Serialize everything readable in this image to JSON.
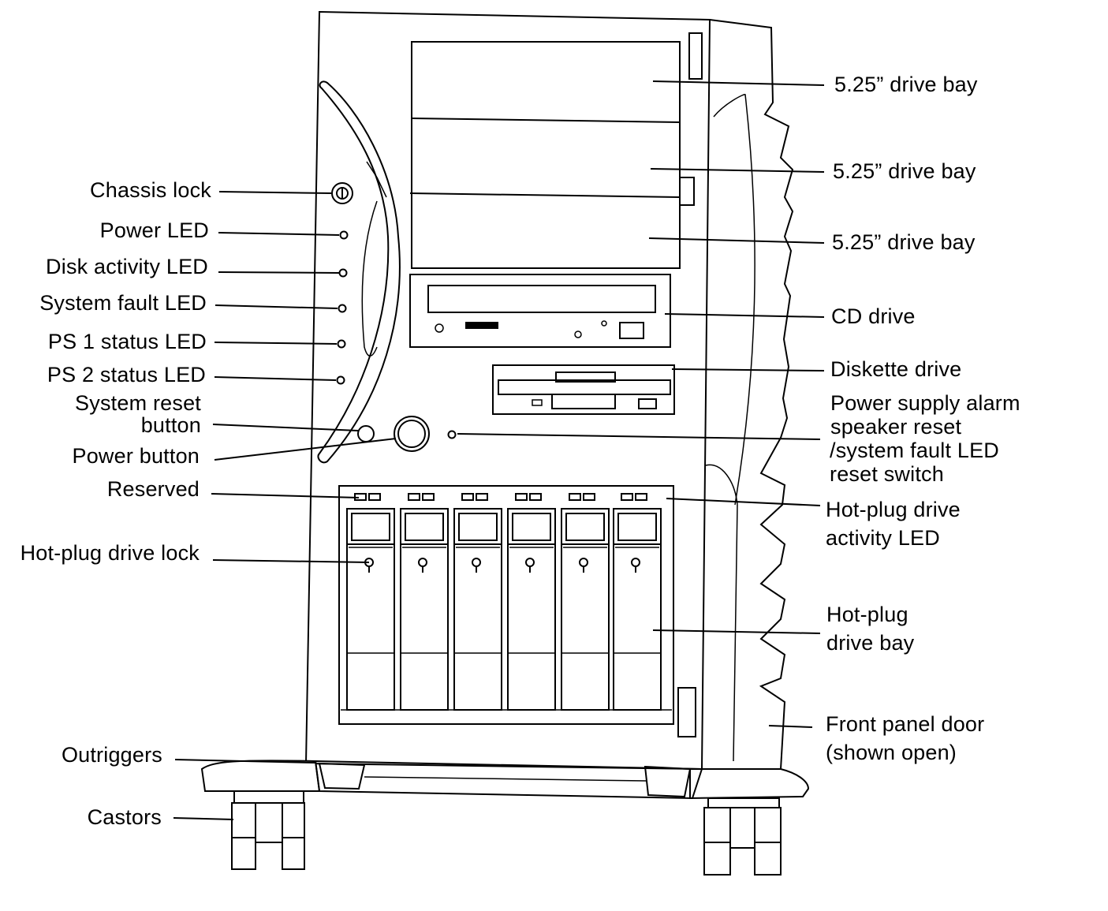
{
  "labels": {
    "bay1": "5.25” drive bay",
    "bay2": "5.25” drive bay",
    "bay3": "5.25” drive bay",
    "cd": "CD drive",
    "diskette": "Diskette drive",
    "alarm1": "Power supply alarm",
    "alarm2": "speaker reset",
    "alarm3": "/system fault LED",
    "alarm4": "reset switch",
    "hp_led1": "Hot-plug drive",
    "hp_led2": "activity LED",
    "hp_bay1": "Hot-plug",
    "hp_bay2": "drive bay",
    "door1": "Front panel door",
    "door2": "(shown open)",
    "chassis_lock": "Chassis lock",
    "power_led": "Power LED",
    "disk_led": "Disk activity LED",
    "fault_led": "System fault LED",
    "ps1_led": "PS 1 status LED",
    "ps2_led": "PS 2 status LED",
    "reset1": "System reset",
    "reset2": "button",
    "power_btn": "Power button",
    "reserved": "Reserved",
    "hp_lock": "Hot-plug drive lock",
    "outriggers": "Outriggers",
    "castors": "Castors"
  }
}
